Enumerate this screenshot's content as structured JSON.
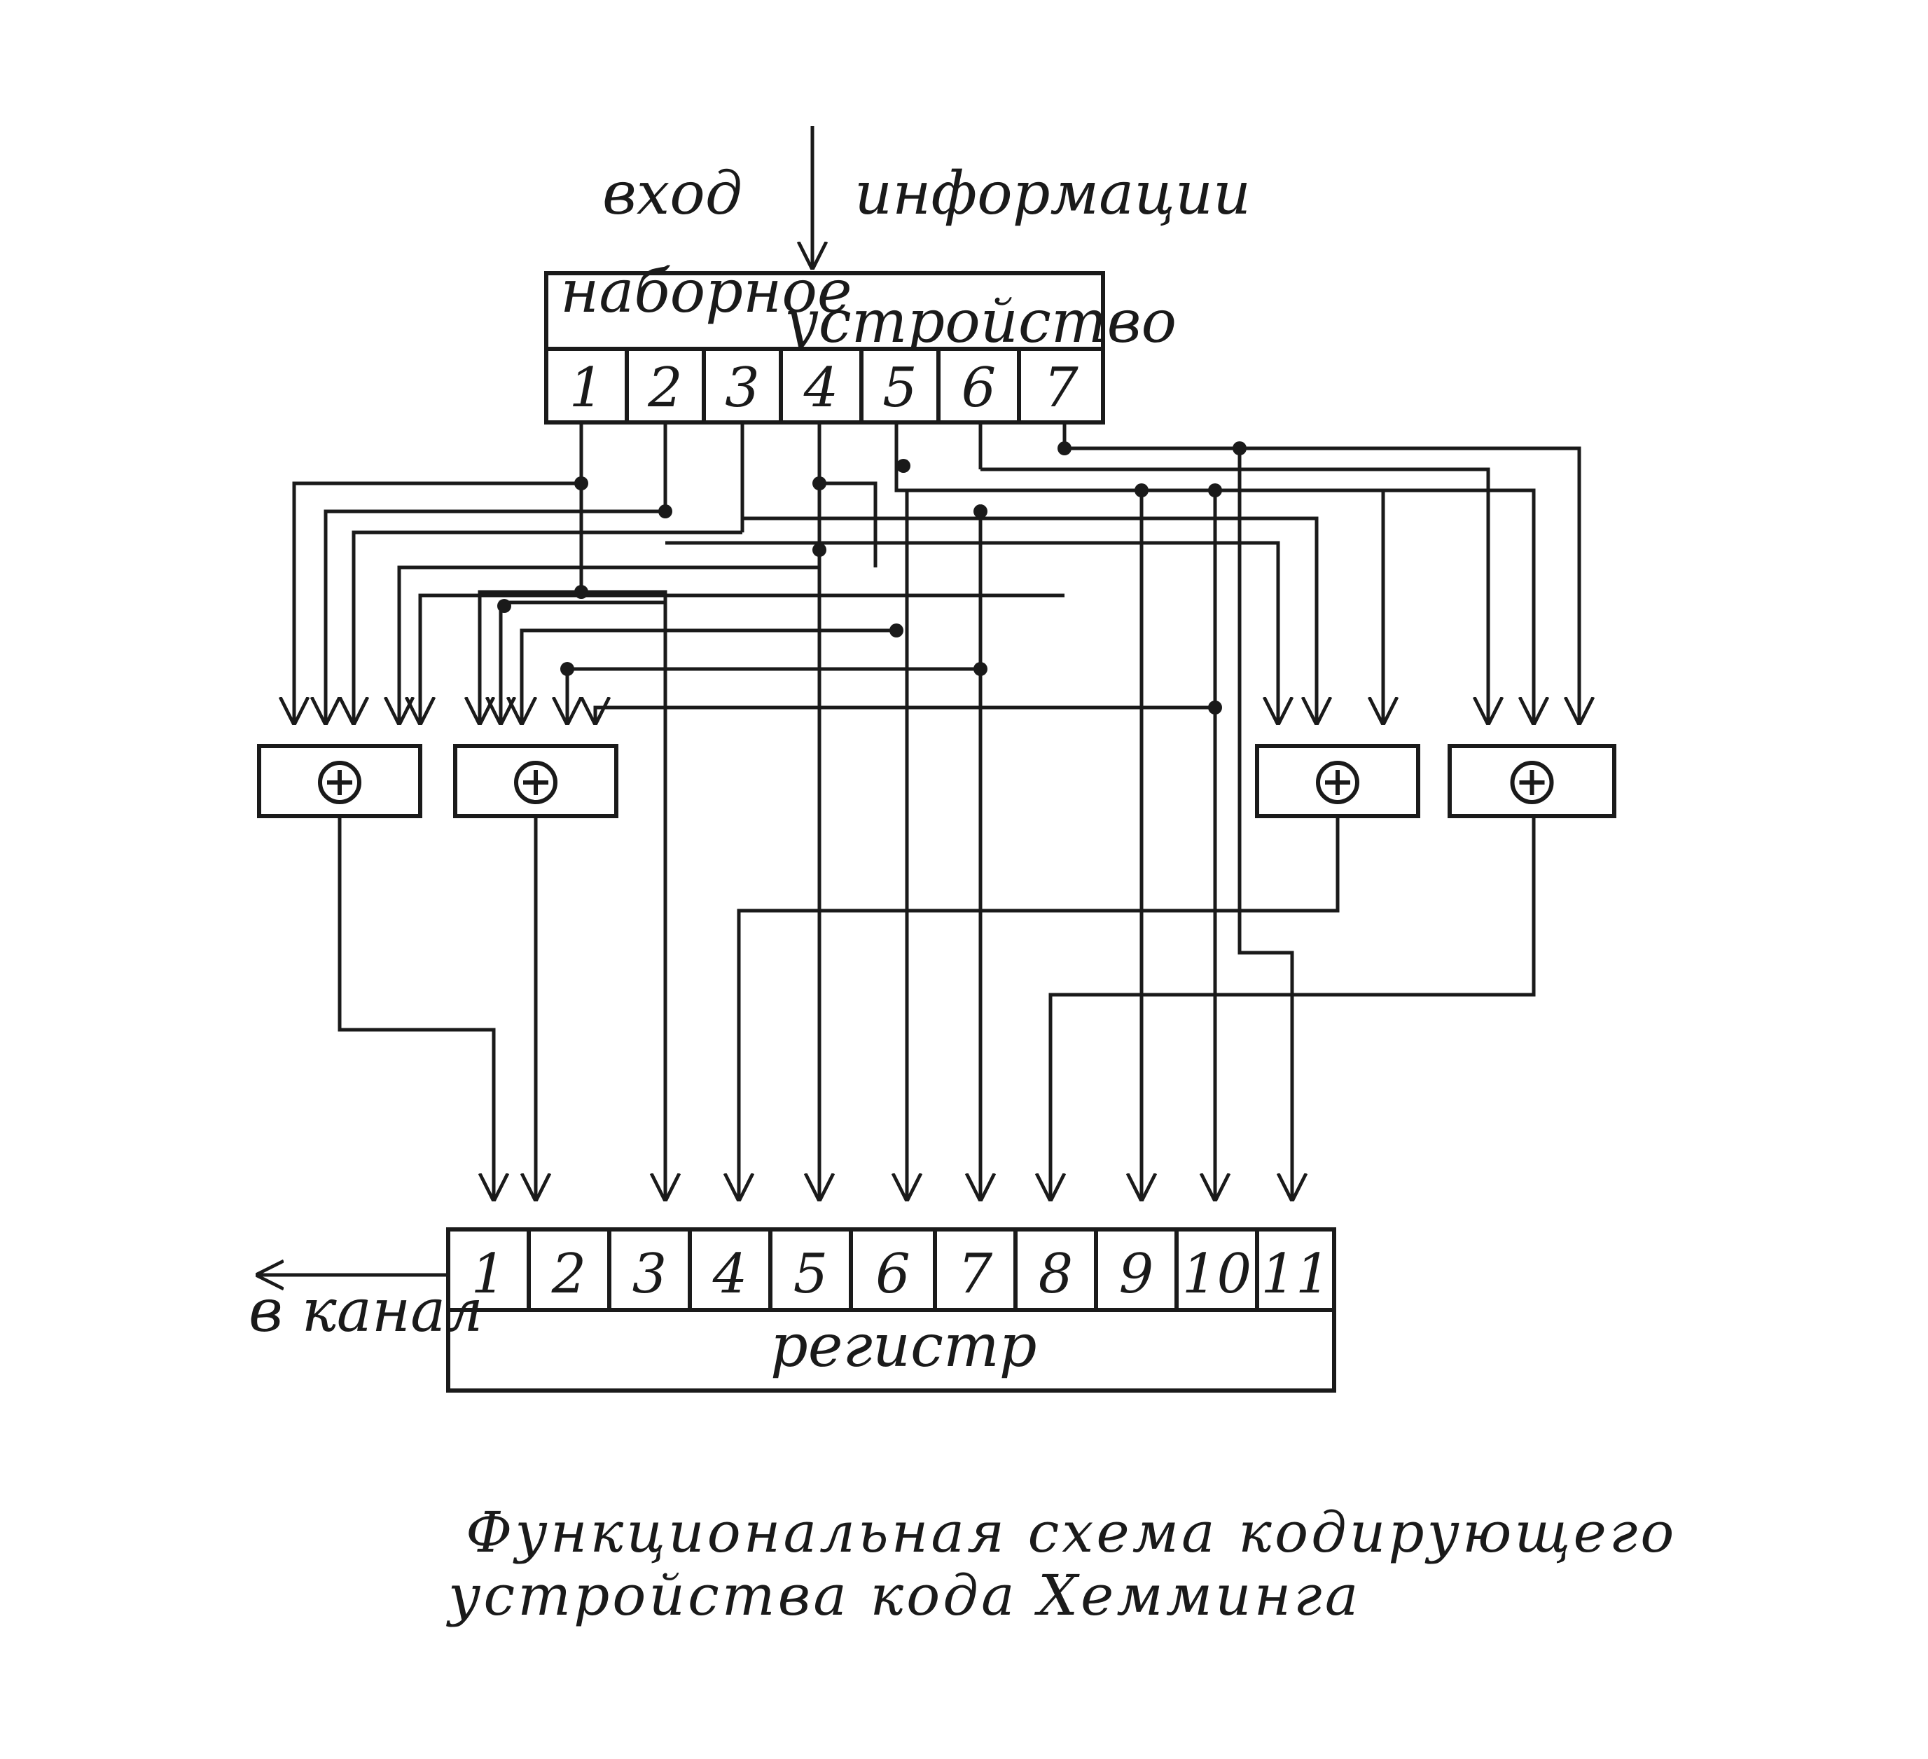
{
  "input_label_left": "вход",
  "input_label_right": "информации",
  "input_device": {
    "title_line1": "наборное",
    "title_line2": "устройство",
    "cells": [
      "1",
      "2",
      "3",
      "4",
      "5",
      "6",
      "7"
    ]
  },
  "xor_symbol": "⊕",
  "register": {
    "cells": [
      "1",
      "2",
      "3",
      "4",
      "5",
      "6",
      "7",
      "8",
      "9",
      "10",
      "11"
    ],
    "title": "регистр"
  },
  "output_label": "в канал",
  "caption_line1": "Функциональная схема кодирующего",
  "caption_line2": "устройства кода Хемминга"
}
